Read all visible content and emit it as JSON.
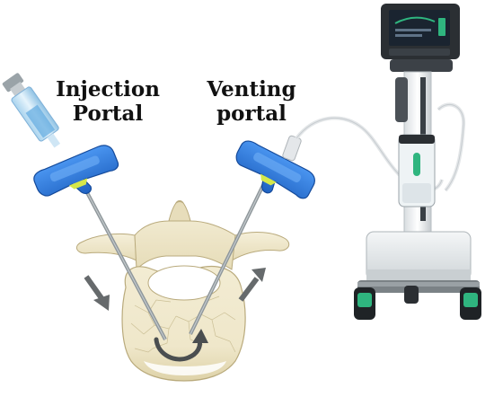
{
  "labels": {
    "injection_line1": "Injection",
    "injection_line2": "Portal",
    "venting_line1": "Venting",
    "venting_line2": "portal"
  },
  "colors": {
    "handle_blue": "#2d7be0",
    "handle_dark_blue": "#1b5bb5",
    "handle_yellow": "#d6e84a",
    "bone": "#efe8cf",
    "bone_shadow": "#c9bb8f",
    "needle": "#8f979b",
    "arrow": "#666a6c",
    "console_dark": "#2b2f33",
    "console_light": "#e9ecee",
    "accent_green": "#2fb57f"
  },
  "icons": {
    "syringe": "syringe-icon",
    "flow_arrow": "curved-flow-arrow-icon",
    "console": "cement-delivery-console"
  }
}
